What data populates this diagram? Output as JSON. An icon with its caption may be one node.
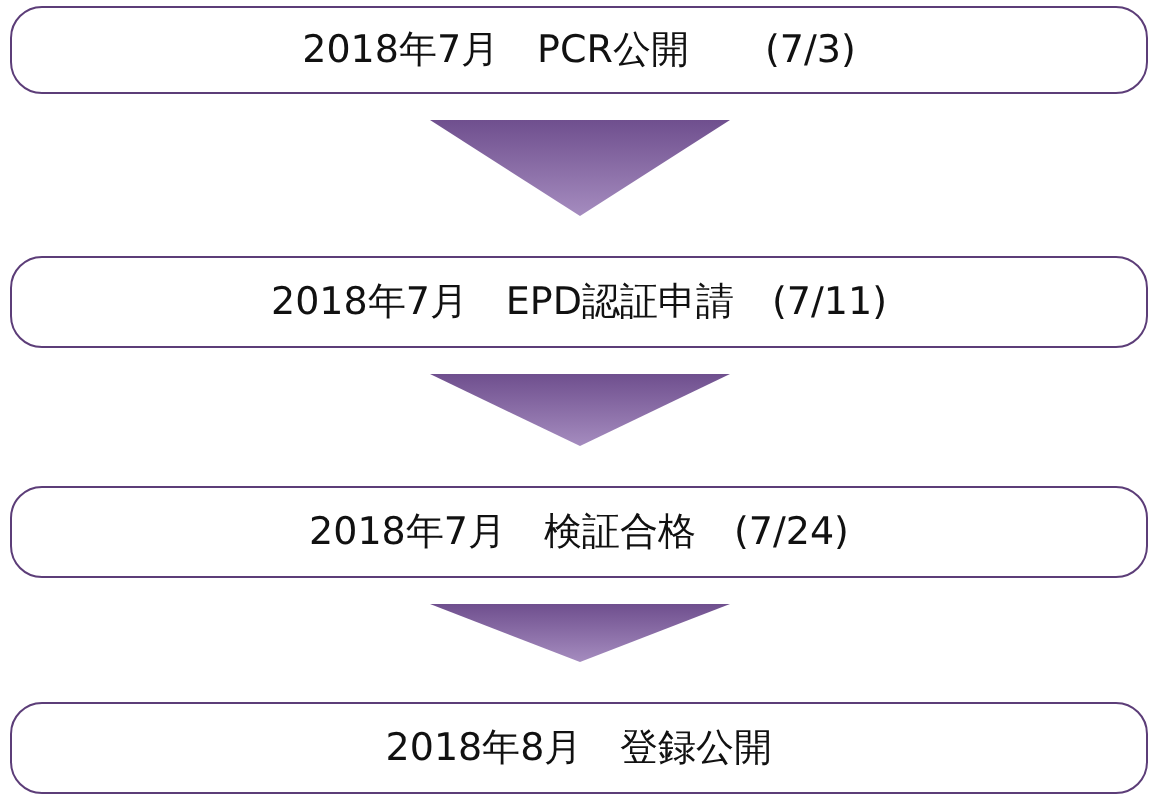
{
  "diagram": {
    "nodes": [
      {
        "text": [
          "2018年7月　PCR公開　　(7/3)"
        ]
      },
      {
        "text": [
          "2018年7月　EPD認証申請　(7/11)"
        ]
      },
      {
        "text": [
          "2018年7月　検証合格　(7/24)"
        ]
      },
      {
        "text": [
          "2018年8月　登録公開"
        ]
      }
    ],
    "edges": [
      {
        "from": 0,
        "to": 1,
        "arrow": "to"
      },
      {
        "from": 1,
        "to": 2,
        "arrow": "to"
      },
      {
        "from": 2,
        "to": 3,
        "arrow": "to"
      }
    ]
  }
}
